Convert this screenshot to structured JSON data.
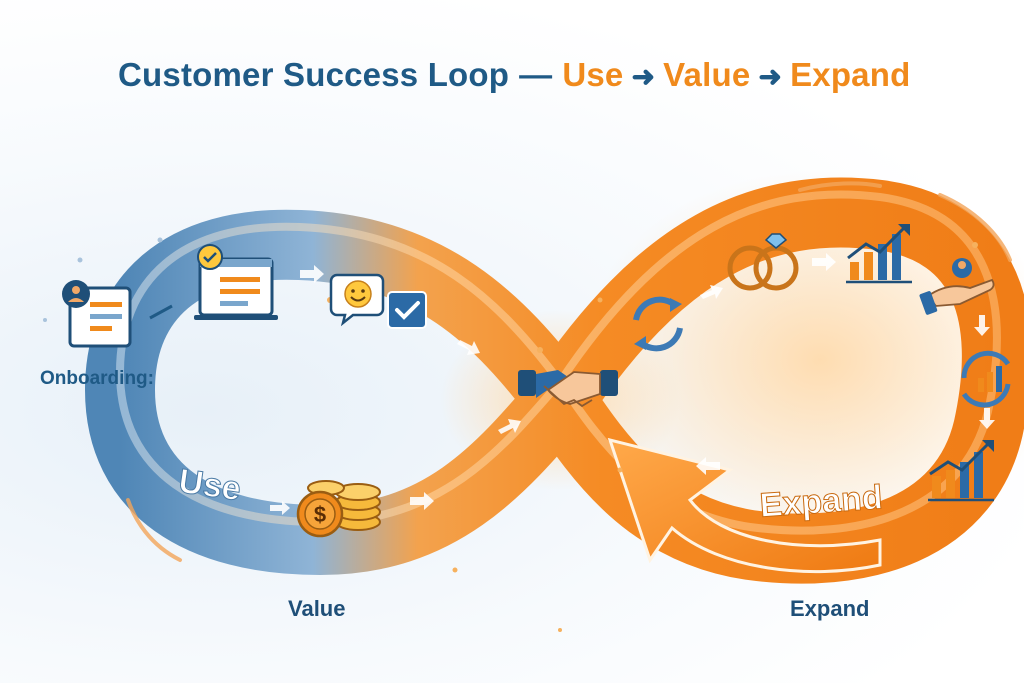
{
  "title": {
    "part1": "Customer Success Loop",
    "dash": "—",
    "use": "Use",
    "arrow1": "➜",
    "value": "Value",
    "arrow2": "➜",
    "expand": "Expand"
  },
  "labels": {
    "onboarding": "Onboarding:",
    "value": "Value",
    "expand": "Expand",
    "loop_use": "Use",
    "loop_expand": "Expand"
  },
  "colors": {
    "blue": "#1f5a86",
    "orange": "#f08a1c",
    "orange_light": "#ffb45a"
  },
  "icons": [
    "profile-document-icon",
    "chat-checklist-icon",
    "smile-bubble-icon",
    "checkbox-icon",
    "coins-icon",
    "handshake-icon",
    "refresh-cycle-icon",
    "rings-icon",
    "growth-chart-icon",
    "hand-user-icon",
    "chart-cycle-icon"
  ]
}
